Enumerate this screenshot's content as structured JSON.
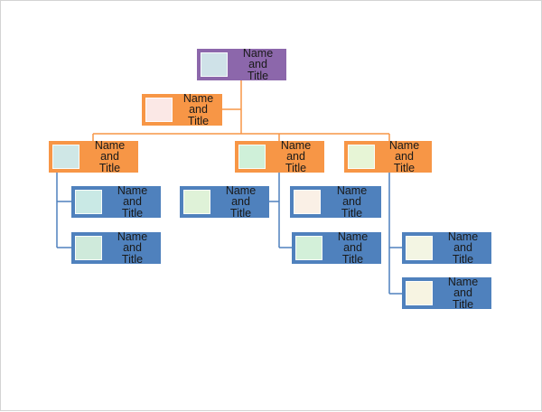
{
  "colors": {
    "purple": "#8c67ab",
    "orange": "#f79646",
    "blue": "#4f81bd",
    "line_orange": "#f79646",
    "line_blue": "#4f81bd"
  },
  "nodes": [
    {
      "id": "top",
      "fill": "purple",
      "photo": "#cfe2e8",
      "lines": [
        "Name",
        "and",
        "Title"
      ]
    },
    {
      "id": "assistant",
      "fill": "orange",
      "photo": "#fbe8e6",
      "lines": [
        "Name",
        "and",
        "Title"
      ]
    },
    {
      "id": "mgr-left",
      "fill": "orange",
      "photo": "#cfe7e6",
      "lines": [
        "Name",
        "and",
        "Title"
      ]
    },
    {
      "id": "mgr-mid",
      "fill": "orange",
      "photo": "#cff0d9",
      "lines": [
        "Name",
        "and",
        "Title"
      ]
    },
    {
      "id": "mgr-right",
      "fill": "orange",
      "photo": "#e7f5d6",
      "lines": [
        "Name",
        "and",
        "Title"
      ]
    },
    {
      "id": "left-1",
      "fill": "blue",
      "photo": "#c9e9e5",
      "lines": [
        "Name",
        "and",
        "Title"
      ]
    },
    {
      "id": "left-2",
      "fill": "blue",
      "photo": "#cfeadb",
      "lines": [
        "Name",
        "and",
        "Title"
      ]
    },
    {
      "id": "mid-1",
      "fill": "blue",
      "photo": "#dff2d8",
      "lines": [
        "Name",
        "and",
        "Title"
      ]
    },
    {
      "id": "right-1",
      "fill": "blue",
      "photo": "#faf0e6",
      "lines": [
        "Name",
        "and",
        "Title"
      ]
    },
    {
      "id": "right-2",
      "fill": "blue",
      "photo": "#d3f0d9",
      "lines": [
        "Name",
        "and",
        "Title"
      ]
    },
    {
      "id": "right-3",
      "fill": "blue",
      "photo": "#f3f5e3",
      "lines": [
        "Name",
        "and",
        "Title"
      ]
    },
    {
      "id": "right-4",
      "fill": "blue",
      "photo": "#f7f4e2",
      "lines": [
        "Name",
        "and",
        "Title"
      ]
    }
  ]
}
